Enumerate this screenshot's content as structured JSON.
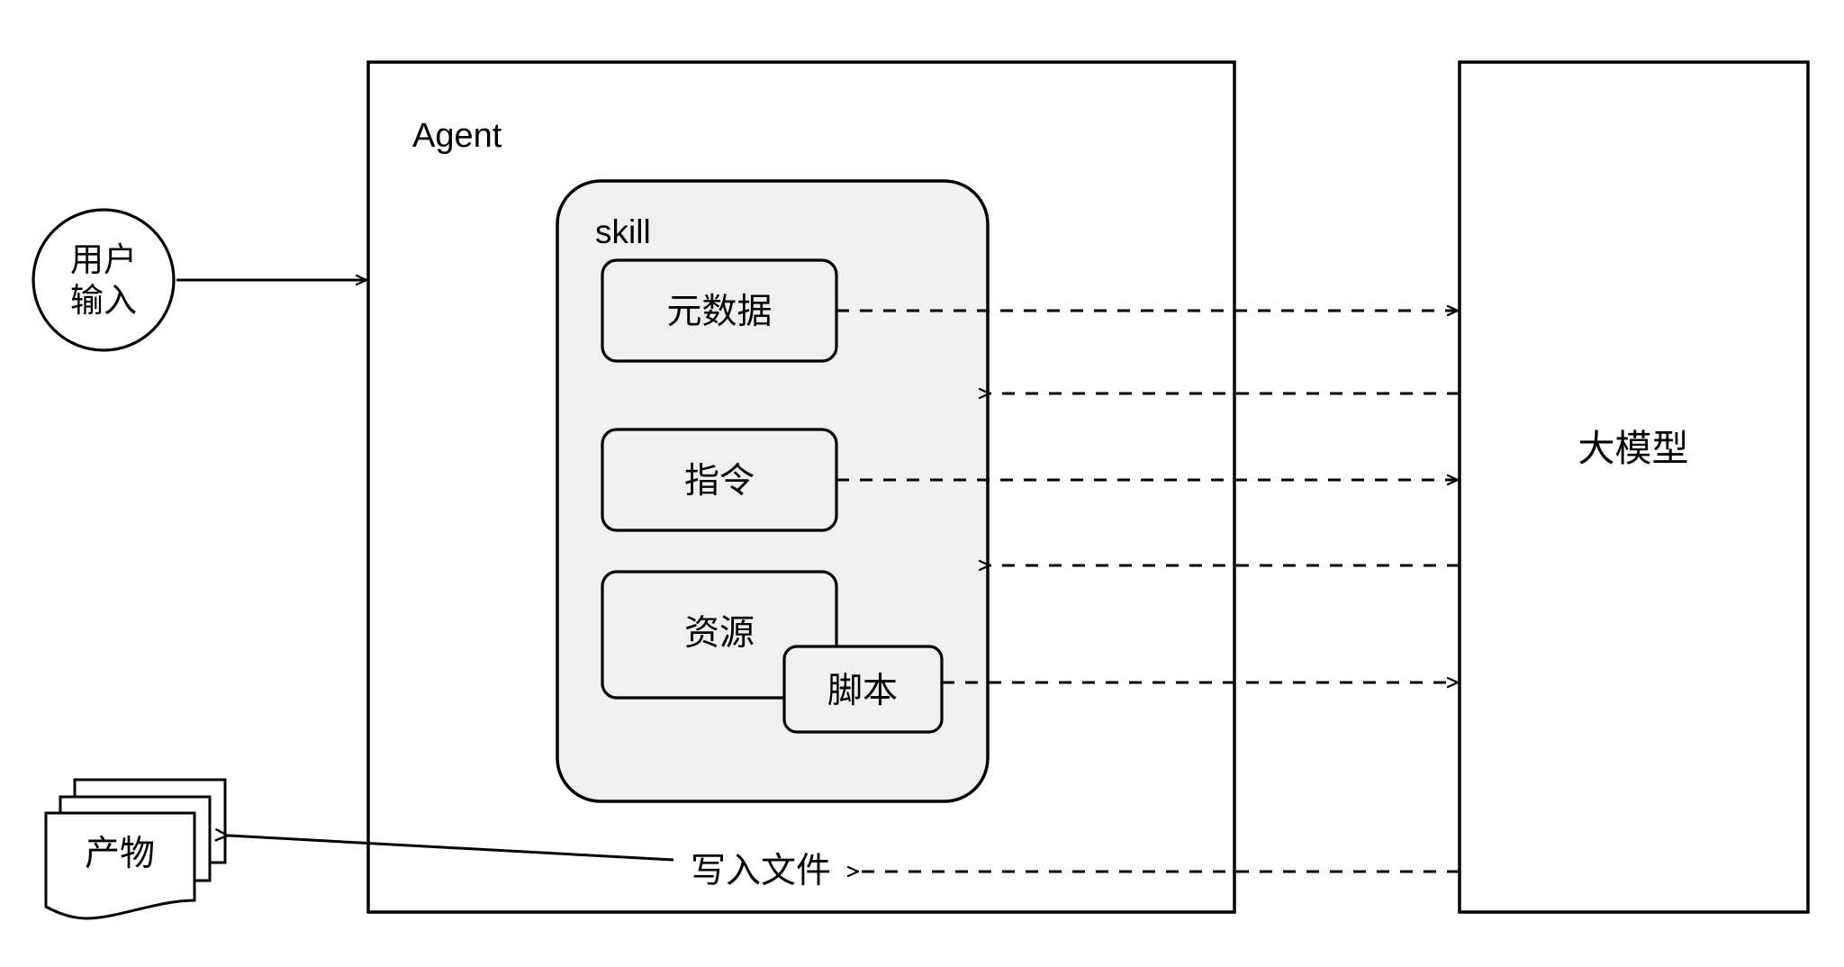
{
  "diagram": {
    "title": "Agent Skill 与大模型交互流程图",
    "type": "flow-diagram",
    "background_color": "#ffffff",
    "stroke_color": "#000000",
    "skill_fill_color": "#f0f0f0",
    "node_fill_color": "#f0f0f0"
  },
  "nodes": {
    "user_input": {
      "label": "用户\n输入",
      "shape": "circle"
    },
    "agent": {
      "label": "Agent",
      "shape": "rectangle"
    },
    "skill": {
      "label": "skill",
      "shape": "rounded-rectangle"
    },
    "metadata": {
      "label": "元数据",
      "shape": "rounded-rectangle"
    },
    "instruction": {
      "label": "指令",
      "shape": "rounded-rectangle"
    },
    "resource": {
      "label": "资源",
      "shape": "rounded-rectangle"
    },
    "script": {
      "label": "脚本",
      "shape": "rounded-rectangle"
    },
    "large_model": {
      "label": "大模型",
      "shape": "rectangle"
    },
    "artifact": {
      "label": "产物",
      "shape": "document-stack"
    },
    "write_file": {
      "label": "写入文件",
      "shape": "text-label"
    }
  },
  "edges": [
    {
      "id": "user-to-agent",
      "from": "user_input",
      "to": "agent",
      "style": "solid",
      "direction": "right",
      "label": ""
    },
    {
      "id": "metadata-to-model",
      "from": "metadata",
      "to": "large_model",
      "style": "dashed",
      "direction": "right",
      "label": ""
    },
    {
      "id": "model-to-skill-1",
      "from": "large_model",
      "to": "skill",
      "style": "dashed",
      "direction": "left",
      "label": ""
    },
    {
      "id": "instruction-to-model",
      "from": "instruction",
      "to": "large_model",
      "style": "dashed",
      "direction": "right",
      "label": ""
    },
    {
      "id": "model-to-skill-2",
      "from": "large_model",
      "to": "skill",
      "style": "dashed",
      "direction": "left",
      "label": ""
    },
    {
      "id": "script-to-model",
      "from": "script",
      "to": "large_model",
      "style": "dashed",
      "direction": "right",
      "label": ""
    },
    {
      "id": "model-to-writefile",
      "from": "large_model",
      "to": "write_file",
      "style": "dashed",
      "direction": "left",
      "label": ""
    },
    {
      "id": "writefile-to-artifact",
      "from": "write_file",
      "to": "artifact",
      "style": "solid",
      "direction": "left",
      "label": ""
    }
  ]
}
